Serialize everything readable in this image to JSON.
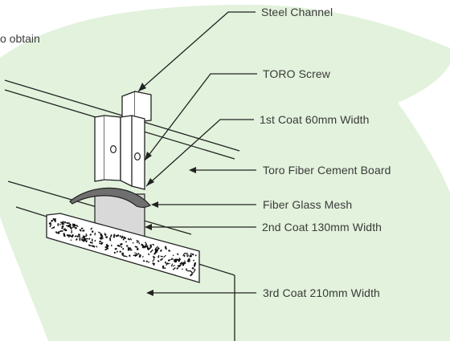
{
  "diagram": {
    "fragment_text": "o obtain",
    "labels": [
      {
        "id": "steel-channel",
        "text": "Steel Channel"
      },
      {
        "id": "toro-screw",
        "text": "TORO Screw"
      },
      {
        "id": "first-coat",
        "text": "1st Coat 60mm Width"
      },
      {
        "id": "toro-board",
        "text": "Toro Fiber Cement Board"
      },
      {
        "id": "fiber-glass-mesh",
        "text": "Fiber Glass Mesh"
      },
      {
        "id": "second-coat",
        "text": "2nd Coat 130mm Width"
      },
      {
        "id": "third-coat",
        "text": "3rd Coat 210mm Width"
      }
    ],
    "colors": {
      "background_tint": "#e2f2dc",
      "line": "#222222",
      "mesh": "#6f6f6f",
      "compound": "#d9d9d9"
    }
  }
}
